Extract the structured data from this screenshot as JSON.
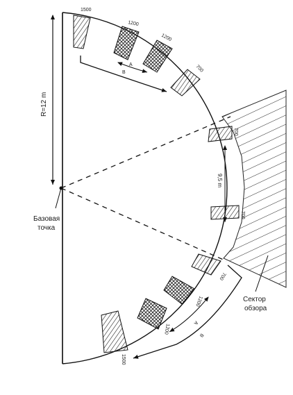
{
  "radius_label": "R=12 m",
  "base_point_label": [
    "Базовая",
    "точка"
  ],
  "sector_label": [
    "Сектор",
    "обзора"
  ],
  "dimension_9_5_label": "9,5 m",
  "spacing_label_a": "A",
  "spacing_label_b": "B",
  "top_marks": [
    "1500",
    "1200",
    "1200",
    "700"
  ],
  "right_marks": [
    "700",
    "700"
  ],
  "bottom_marks": [
    "700",
    "1200",
    "1200",
    "1500"
  ]
}
